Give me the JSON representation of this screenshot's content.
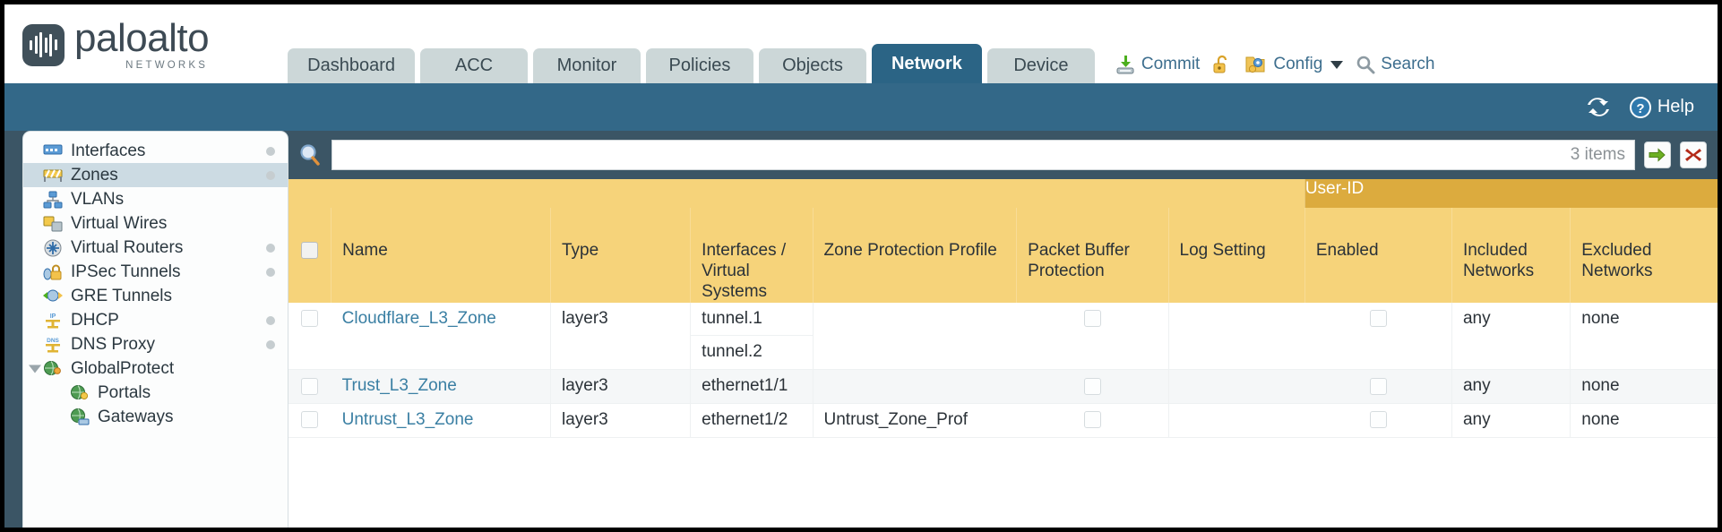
{
  "brand": {
    "name": "paloalto",
    "tagline": "NETWORKS",
    "registered": "®"
  },
  "nav": {
    "tabs": [
      {
        "label": "Dashboard",
        "active": false
      },
      {
        "label": "ACC",
        "active": false
      },
      {
        "label": "Monitor",
        "active": false
      },
      {
        "label": "Policies",
        "active": false
      },
      {
        "label": "Objects",
        "active": false
      },
      {
        "label": "Network",
        "active": true
      },
      {
        "label": "Device",
        "active": false
      }
    ]
  },
  "toolbar": {
    "commit_label": "Commit",
    "config_label": "Config",
    "search_label": "Search"
  },
  "bluebar": {
    "help_label": "Help"
  },
  "sidebar": {
    "items": [
      {
        "label": "Interfaces",
        "icon": "interfaces-icon",
        "selected": false,
        "dot": true,
        "child": false,
        "expand": false
      },
      {
        "label": "Zones",
        "icon": "zones-icon",
        "selected": true,
        "dot": true,
        "child": false,
        "expand": false
      },
      {
        "label": "VLANs",
        "icon": "vlans-icon",
        "selected": false,
        "dot": false,
        "child": false,
        "expand": false
      },
      {
        "label": "Virtual Wires",
        "icon": "virtual-wires-icon",
        "selected": false,
        "dot": false,
        "child": false,
        "expand": false
      },
      {
        "label": "Virtual Routers",
        "icon": "virtual-routers-icon",
        "selected": false,
        "dot": true,
        "child": false,
        "expand": false
      },
      {
        "label": "IPSec Tunnels",
        "icon": "ipsec-tunnels-icon",
        "selected": false,
        "dot": true,
        "child": false,
        "expand": false
      },
      {
        "label": "GRE Tunnels",
        "icon": "gre-tunnels-icon",
        "selected": false,
        "dot": false,
        "child": false,
        "expand": false
      },
      {
        "label": "DHCP",
        "icon": "dhcp-icon",
        "selected": false,
        "dot": true,
        "child": false,
        "expand": false
      },
      {
        "label": "DNS Proxy",
        "icon": "dns-proxy-icon",
        "selected": false,
        "dot": true,
        "child": false,
        "expand": false
      },
      {
        "label": "GlobalProtect",
        "icon": "globalprotect-icon",
        "selected": false,
        "dot": false,
        "child": false,
        "expand": true
      },
      {
        "label": "Portals",
        "icon": "portals-icon",
        "selected": false,
        "dot": false,
        "child": true,
        "expand": false
      },
      {
        "label": "Gateways",
        "icon": "gateways-icon",
        "selected": false,
        "dot": false,
        "child": true,
        "expand": false
      }
    ]
  },
  "search": {
    "value": "",
    "placeholder": "",
    "items_count": "3 items"
  },
  "table": {
    "group_header": "User-ID",
    "columns": [
      "Name",
      "Type",
      "Interfaces / Virtual Systems",
      "Zone Protection Profile",
      "Packet Buffer Protection",
      "Log Setting",
      "Enabled",
      "Included Networks",
      "Excluded Networks"
    ],
    "rows": [
      {
        "name": "Cloudflare_L3_Zone",
        "type": "layer3",
        "interfaces": [
          "tunnel.1",
          "tunnel.2"
        ],
        "zone_protection_profile": "",
        "packet_buffer_protection": false,
        "log_setting": "",
        "enabled": false,
        "included_networks": "any",
        "excluded_networks": "none"
      },
      {
        "name": "Trust_L3_Zone",
        "type": "layer3",
        "interfaces": [
          "ethernet1/1"
        ],
        "zone_protection_profile": "",
        "packet_buffer_protection": false,
        "log_setting": "",
        "enabled": false,
        "included_networks": "any",
        "excluded_networks": "none"
      },
      {
        "name": "Untrust_L3_Zone",
        "type": "layer3",
        "interfaces": [
          "ethernet1/2"
        ],
        "zone_protection_profile": "Untrust_Zone_Prof",
        "packet_buffer_protection": false,
        "log_setting": "",
        "enabled": false,
        "included_networks": "any",
        "excluded_networks": "none"
      }
    ]
  },
  "colors": {
    "accent_blue": "#336888",
    "active_tab": "#2b6485",
    "header_amber": "#f6d37a",
    "group_amber": "#dcab3e",
    "link": "#3a7fa3"
  }
}
